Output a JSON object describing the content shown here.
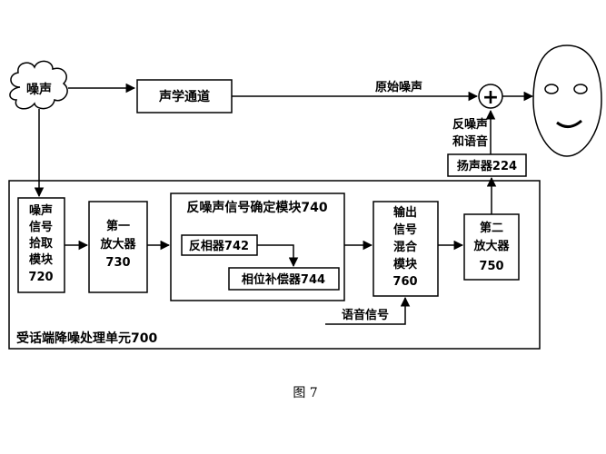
{
  "figure": {
    "caption": "图 7",
    "noise_source": "噪声",
    "acoustic_channel": "声学通道",
    "original_noise": "原始噪声",
    "anti_noise_label_line1": "反噪声",
    "anti_noise_label_line2": "和语音",
    "speaker": "扬声器224",
    "unit_title": "受话端降噪处理单元700",
    "pickup_module": [
      "噪声",
      "信号",
      "拾取",
      "模块",
      "720"
    ],
    "amp1": [
      "第一",
      "放大器",
      "730"
    ],
    "anti_noise_module_title": "反噪声信号确定模块740",
    "inverter": "反相器742",
    "phase_compensator": "相位补偿器744",
    "mixer": [
      "输出",
      "信号",
      "混合",
      "模块",
      "760"
    ],
    "amp2": [
      "第二",
      "放大器",
      "750"
    ],
    "voice_signal": "语音信号",
    "adder_symbol": "+"
  }
}
